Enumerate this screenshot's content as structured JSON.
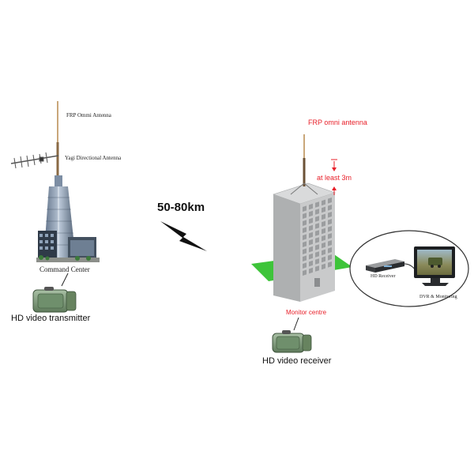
{
  "left_site": {
    "frp_antenna_label": "FRP Ommi Antenna",
    "yagi_antenna_label": "Yagi Directional Antenna",
    "site_label": "Command Center",
    "device_label": "HD video transmitter"
  },
  "link": {
    "distance_label": "50-80km"
  },
  "right_site": {
    "frp_antenna_label": "FRP omni antenna",
    "height_note": "at least 3m",
    "site_label": "Monitor centre",
    "device_label": "HD video receiver"
  },
  "monitor_inset": {
    "receiver_label": "HD Receiver",
    "dvr_label": "DVR & Monitoring"
  },
  "colors": {
    "accent_red": "#e8202a",
    "ground_green": "#3ec43a",
    "device_green": "#7d9b7a",
    "building_grey": "#c9cacb"
  },
  "icons": [
    "yagi-antenna-icon",
    "omni-antenna-icon",
    "skyscraper-icon",
    "office-building-icon",
    "lightning-bolt-icon",
    "transmitter-case-icon",
    "receiver-case-icon",
    "monitor-icon"
  ]
}
